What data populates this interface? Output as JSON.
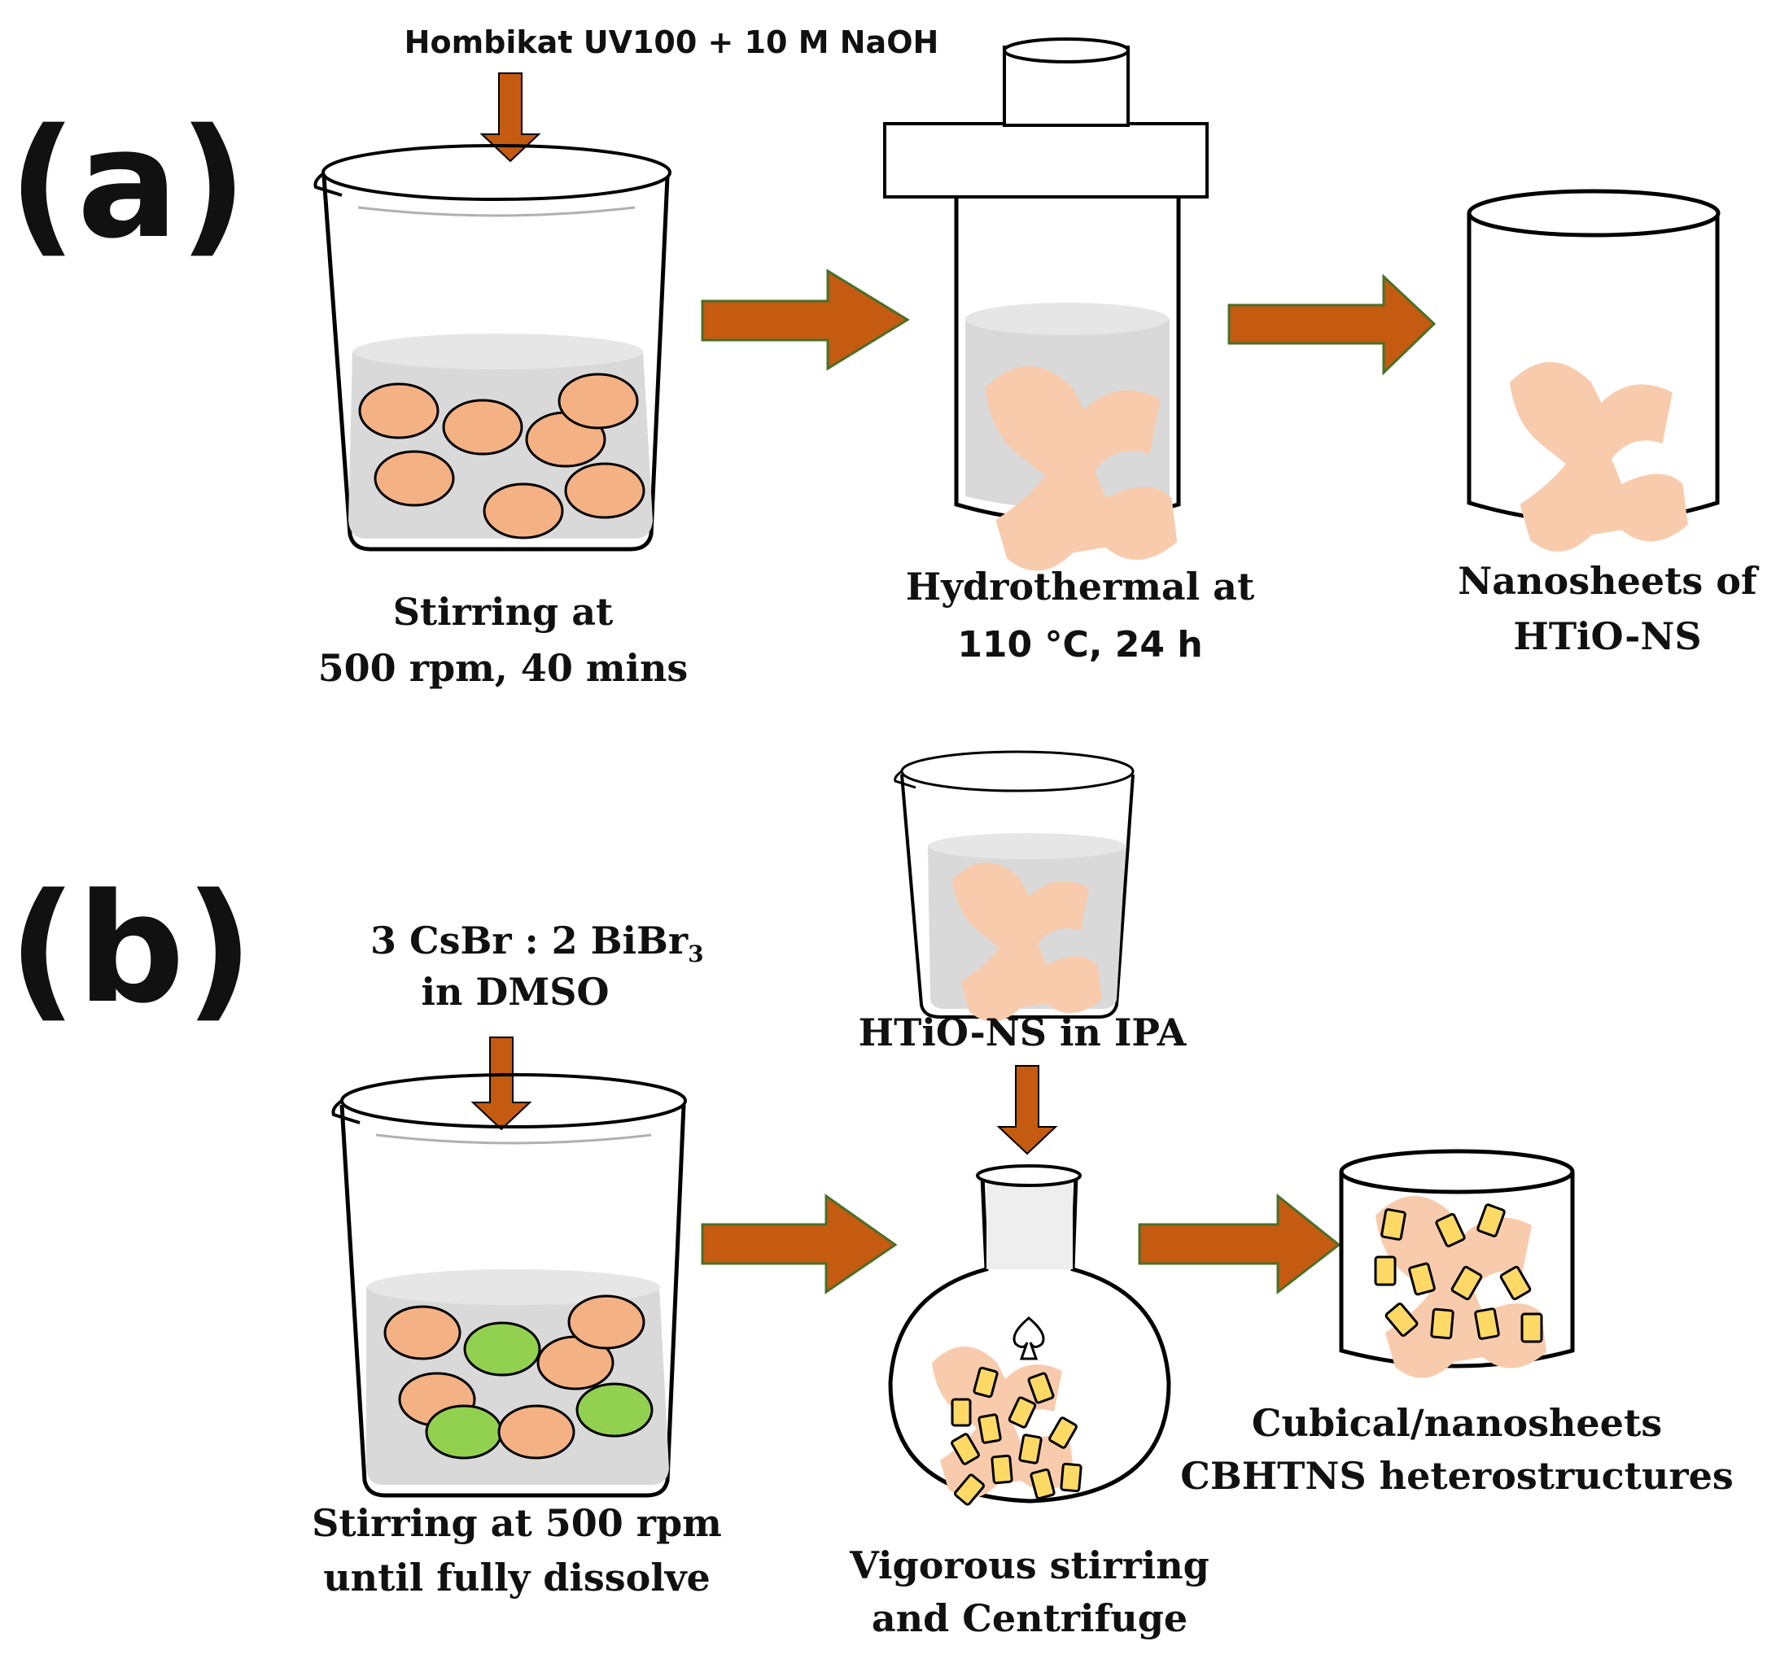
{
  "panel_a": {
    "label": "(a)",
    "input": "Hombikat UV100 + 10 M NaOH",
    "step1": [
      "Stirring  at",
      "500 rpm, 40 mins"
    ],
    "step2": [
      "Hydrothermal at",
      "110 °C, 24 h"
    ],
    "step3": [
      "Nanosheets of",
      "HTiO-NS"
    ]
  },
  "panel_b": {
    "label": "(b)",
    "input_line1_main": "3 CsBr : 2 BiBr",
    "input_line1_sub": "3",
    "input_line2": "in DMSO",
    "side_input": "HTiO-NS in IPA",
    "step1": [
      "Stirring  at 500 rpm",
      "until fully dissolve"
    ],
    "step2": [
      "Vigorous stirring",
      "and Centrifuge"
    ],
    "step3": [
      "Cubical/nanosheets",
      "CBHTNS heterostructures"
    ]
  },
  "colors": {
    "arrow_fill": "#c55a11",
    "arrow_stroke": "#4a6f28",
    "particle_orange": "#f4b183",
    "particle_green": "#92d050",
    "nanosheet": "#f8cbad",
    "cube": "#ffd966",
    "liquid": "#d9d9d9",
    "outline": "#000000"
  }
}
